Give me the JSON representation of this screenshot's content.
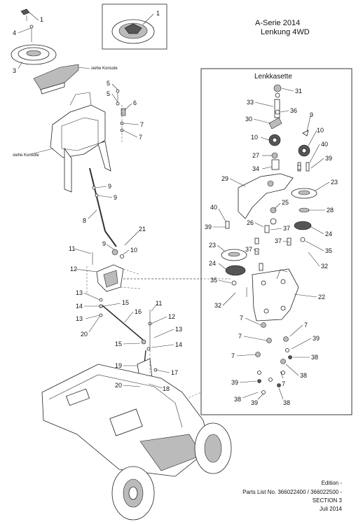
{
  "header": {
    "line1": "A-Serie 2014",
    "line2": "Lenkung 4WD"
  },
  "inset_label": "1",
  "box_title": "Lenkkasette",
  "konsole_top": "siehe Konsole",
  "konsole_left": "siehe Konsole",
  "callouts": {
    "c1": "1",
    "c4": "4",
    "c3": "3",
    "c5a": "5",
    "c5b": "5",
    "c6": "6",
    "c7a": "7",
    "c7b": "7",
    "c9a": "9",
    "c9b": "9",
    "c8": "8",
    "c21": "21",
    "c9c": "9",
    "c10": "10",
    "c11a": "11",
    "c12a": "12",
    "c13a": "13",
    "c14a": "14",
    "c13b": "13",
    "c15a": "15",
    "c16": "16",
    "c20a": "20",
    "c11b": "11",
    "c12b": "12",
    "c13c": "13",
    "c15b": "15",
    "c14b": "14",
    "c17": "17",
    "c19": "19",
    "c20b": "20",
    "c18": "18",
    "k31": "31",
    "k33": "33",
    "k36": "36",
    "k30": "30",
    "k9": "9",
    "k10a": "10",
    "k10b": "10",
    "k40a": "40",
    "k39a": "39",
    "k27": "27",
    "k34": "34",
    "k29": "29",
    "k23a": "23",
    "k25": "25",
    "k28": "28",
    "k40b": "40",
    "k39b": "39",
    "k26": "26",
    "k37a": "37",
    "k37b": "37",
    "k24a": "24",
    "k23b": "23",
    "k37c": "37",
    "k35a": "35",
    "k24b": "24",
    "k32a": "32",
    "k35b": "35",
    "k22": "22",
    "k32b": "32",
    "k7a": "7",
    "k7b": "7",
    "k7c": "7",
    "k39c": "39",
    "k7d": "7",
    "k38a": "38",
    "k38b": "38",
    "k39d": "39",
    "k7e": "7",
    "k38c": "38",
    "k39e": "39",
    "k38d": "38"
  },
  "footer": {
    "edition": "Edition -",
    "parts_list": "Parts List No. 366022400 / 366022500 -",
    "section": "SECTION 3",
    "date": "Juli 2014"
  }
}
